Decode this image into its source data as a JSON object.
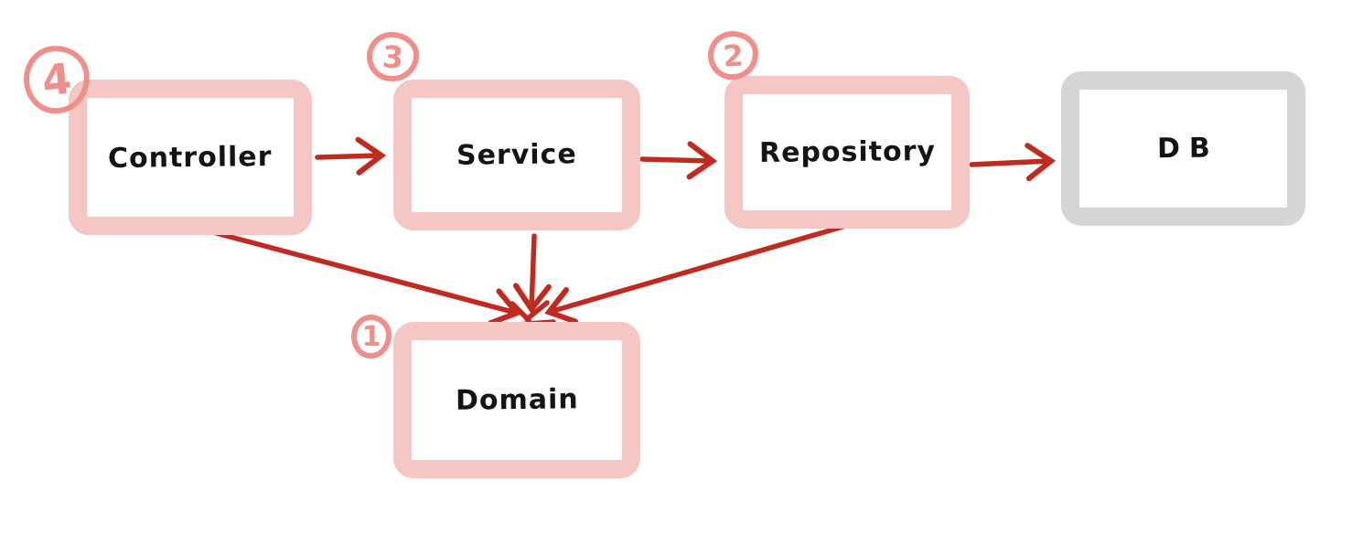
{
  "colors": {
    "pink": "#f4c7c4",
    "gray": "#d5d5d5",
    "red": "#bf2b21",
    "salmon": "#ef8f89",
    "ink": "#141414",
    "bg": "#ffffff"
  },
  "nodes": {
    "controller": {
      "label": "Controller",
      "badge": "4"
    },
    "service": {
      "label": "Service",
      "badge": "3"
    },
    "repository": {
      "label": "Repository",
      "badge": "2"
    },
    "db": {
      "label": "DB"
    },
    "domain": {
      "label": "Domain",
      "badge": "1"
    }
  },
  "edges": [
    {
      "from": "Controller",
      "to": "Service"
    },
    {
      "from": "Service",
      "to": "Repository"
    },
    {
      "from": "Repository",
      "to": "DB"
    },
    {
      "from": "Controller",
      "to": "Domain"
    },
    {
      "from": "Service",
      "to": "Domain"
    },
    {
      "from": "Repository",
      "to": "Domain"
    }
  ]
}
